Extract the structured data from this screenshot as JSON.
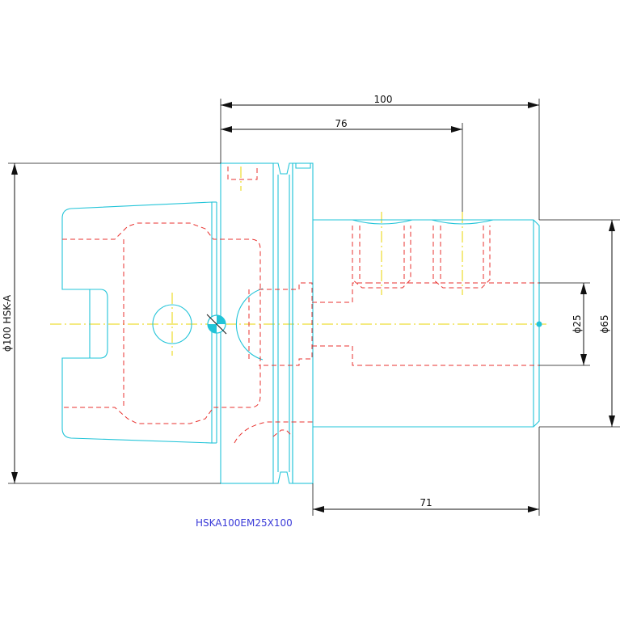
{
  "dimensions": {
    "overall_length": "100",
    "hole_spacing": "76",
    "shank_length": "71",
    "bore_diameter": "ϕ25",
    "body_diameter": "ϕ65",
    "flange_diameter": "ϕ100 HSK-A"
  },
  "part_label": "HSKA100EM25X100",
  "colors": {
    "outline": "#22c4d8",
    "hidden": "#e8322f",
    "center": "#e8d400",
    "dimension": "#111111",
    "label": "#3a3ad8"
  }
}
